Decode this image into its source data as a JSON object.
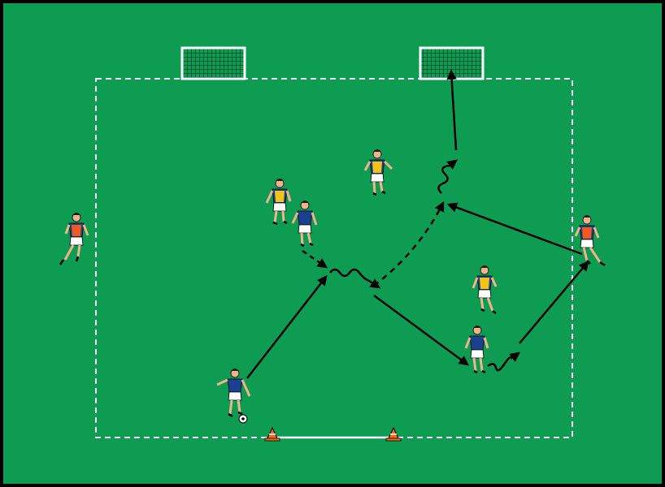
{
  "colors": {
    "pitch": "#0e9b52",
    "boundary": "#ffffff",
    "arrow": "#000000",
    "team_blue_shirt": "#1d3f8f",
    "team_blue_shorts": "#ffffff",
    "bib_yellow": "#f2c419",
    "bib_orange": "#f05a1e",
    "skin": "#f0b48a",
    "cone": "#f26a1b"
  },
  "pitch_elements": {
    "goals": [
      "left-mini-goal",
      "right-mini-goal"
    ],
    "cones": [
      "cone-left",
      "cone-right"
    ],
    "boundary_style": "dashed"
  },
  "players": [
    {
      "id": "ball-carrier",
      "team": "blue"
    },
    {
      "id": "blue-midfield",
      "team": "blue"
    },
    {
      "id": "blue-right",
      "team": "blue"
    },
    {
      "id": "yellow-left",
      "team": "yellow"
    },
    {
      "id": "yellow-top",
      "team": "yellow"
    },
    {
      "id": "yellow-right",
      "team": "yellow"
    },
    {
      "id": "orange-left-support",
      "team": "orange"
    },
    {
      "id": "orange-right-support",
      "team": "orange"
    }
  ],
  "movements": [
    {
      "id": "pass-1",
      "type": "pass"
    },
    {
      "id": "run-1",
      "type": "run"
    },
    {
      "id": "dribble-1",
      "type": "dribble"
    },
    {
      "id": "pass-2",
      "type": "pass"
    },
    {
      "id": "dribble-2",
      "type": "dribble"
    },
    {
      "id": "pass-3",
      "type": "pass"
    },
    {
      "id": "pass-4",
      "type": "pass"
    },
    {
      "id": "run-2",
      "type": "run"
    },
    {
      "id": "dribble-3",
      "type": "dribble"
    },
    {
      "id": "shot",
      "type": "pass"
    }
  ]
}
